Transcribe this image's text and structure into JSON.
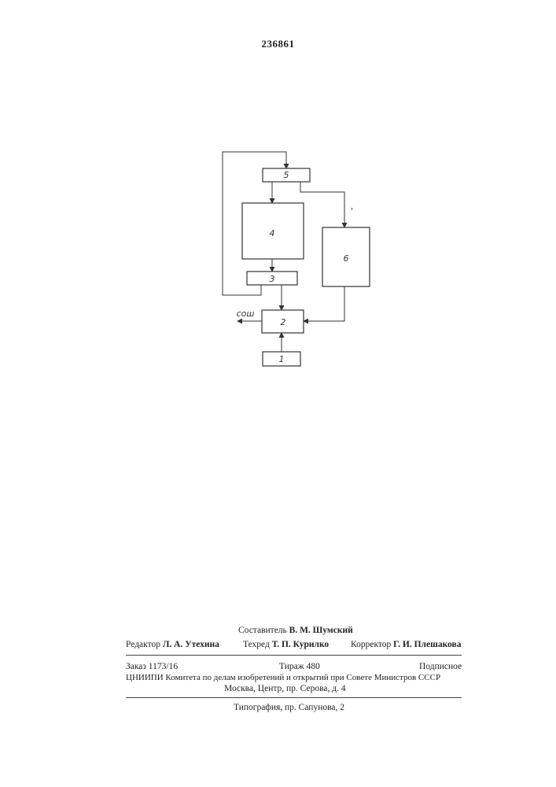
{
  "header": {
    "patent_number": "236861"
  },
  "diagram": {
    "blocks": [
      {
        "id": "1",
        "label": "1"
      },
      {
        "id": "2",
        "label": "2"
      },
      {
        "id": "3",
        "label": "3"
      },
      {
        "id": "4",
        "label": "4"
      },
      {
        "id": "5",
        "label": "5"
      },
      {
        "id": "6",
        "label": "6"
      }
    ],
    "output_label": "сош",
    "tick_mark": "'"
  },
  "footer": {
    "compiler": {
      "role": "Составитель",
      "name": "В. М. Шумский"
    },
    "editor": {
      "role": "Редактор",
      "name": "Л. А. Утехина"
    },
    "techred": {
      "role": "Техред",
      "name": "Т. П. Курилко"
    },
    "corrector": {
      "role": "Корректор",
      "name": "Г. И. Плешакова"
    },
    "order": "Заказ 1173/16",
    "circulation": "Тираж 480",
    "subscription": "Подписное",
    "institute": "ЦНИИПИ Комитета по делам изобретений и открытий при Совете Министров СССР",
    "address": "Москва, Центр, пр. Серова, д. 4",
    "printer": "Типография, пр. Сапунова, 2"
  }
}
